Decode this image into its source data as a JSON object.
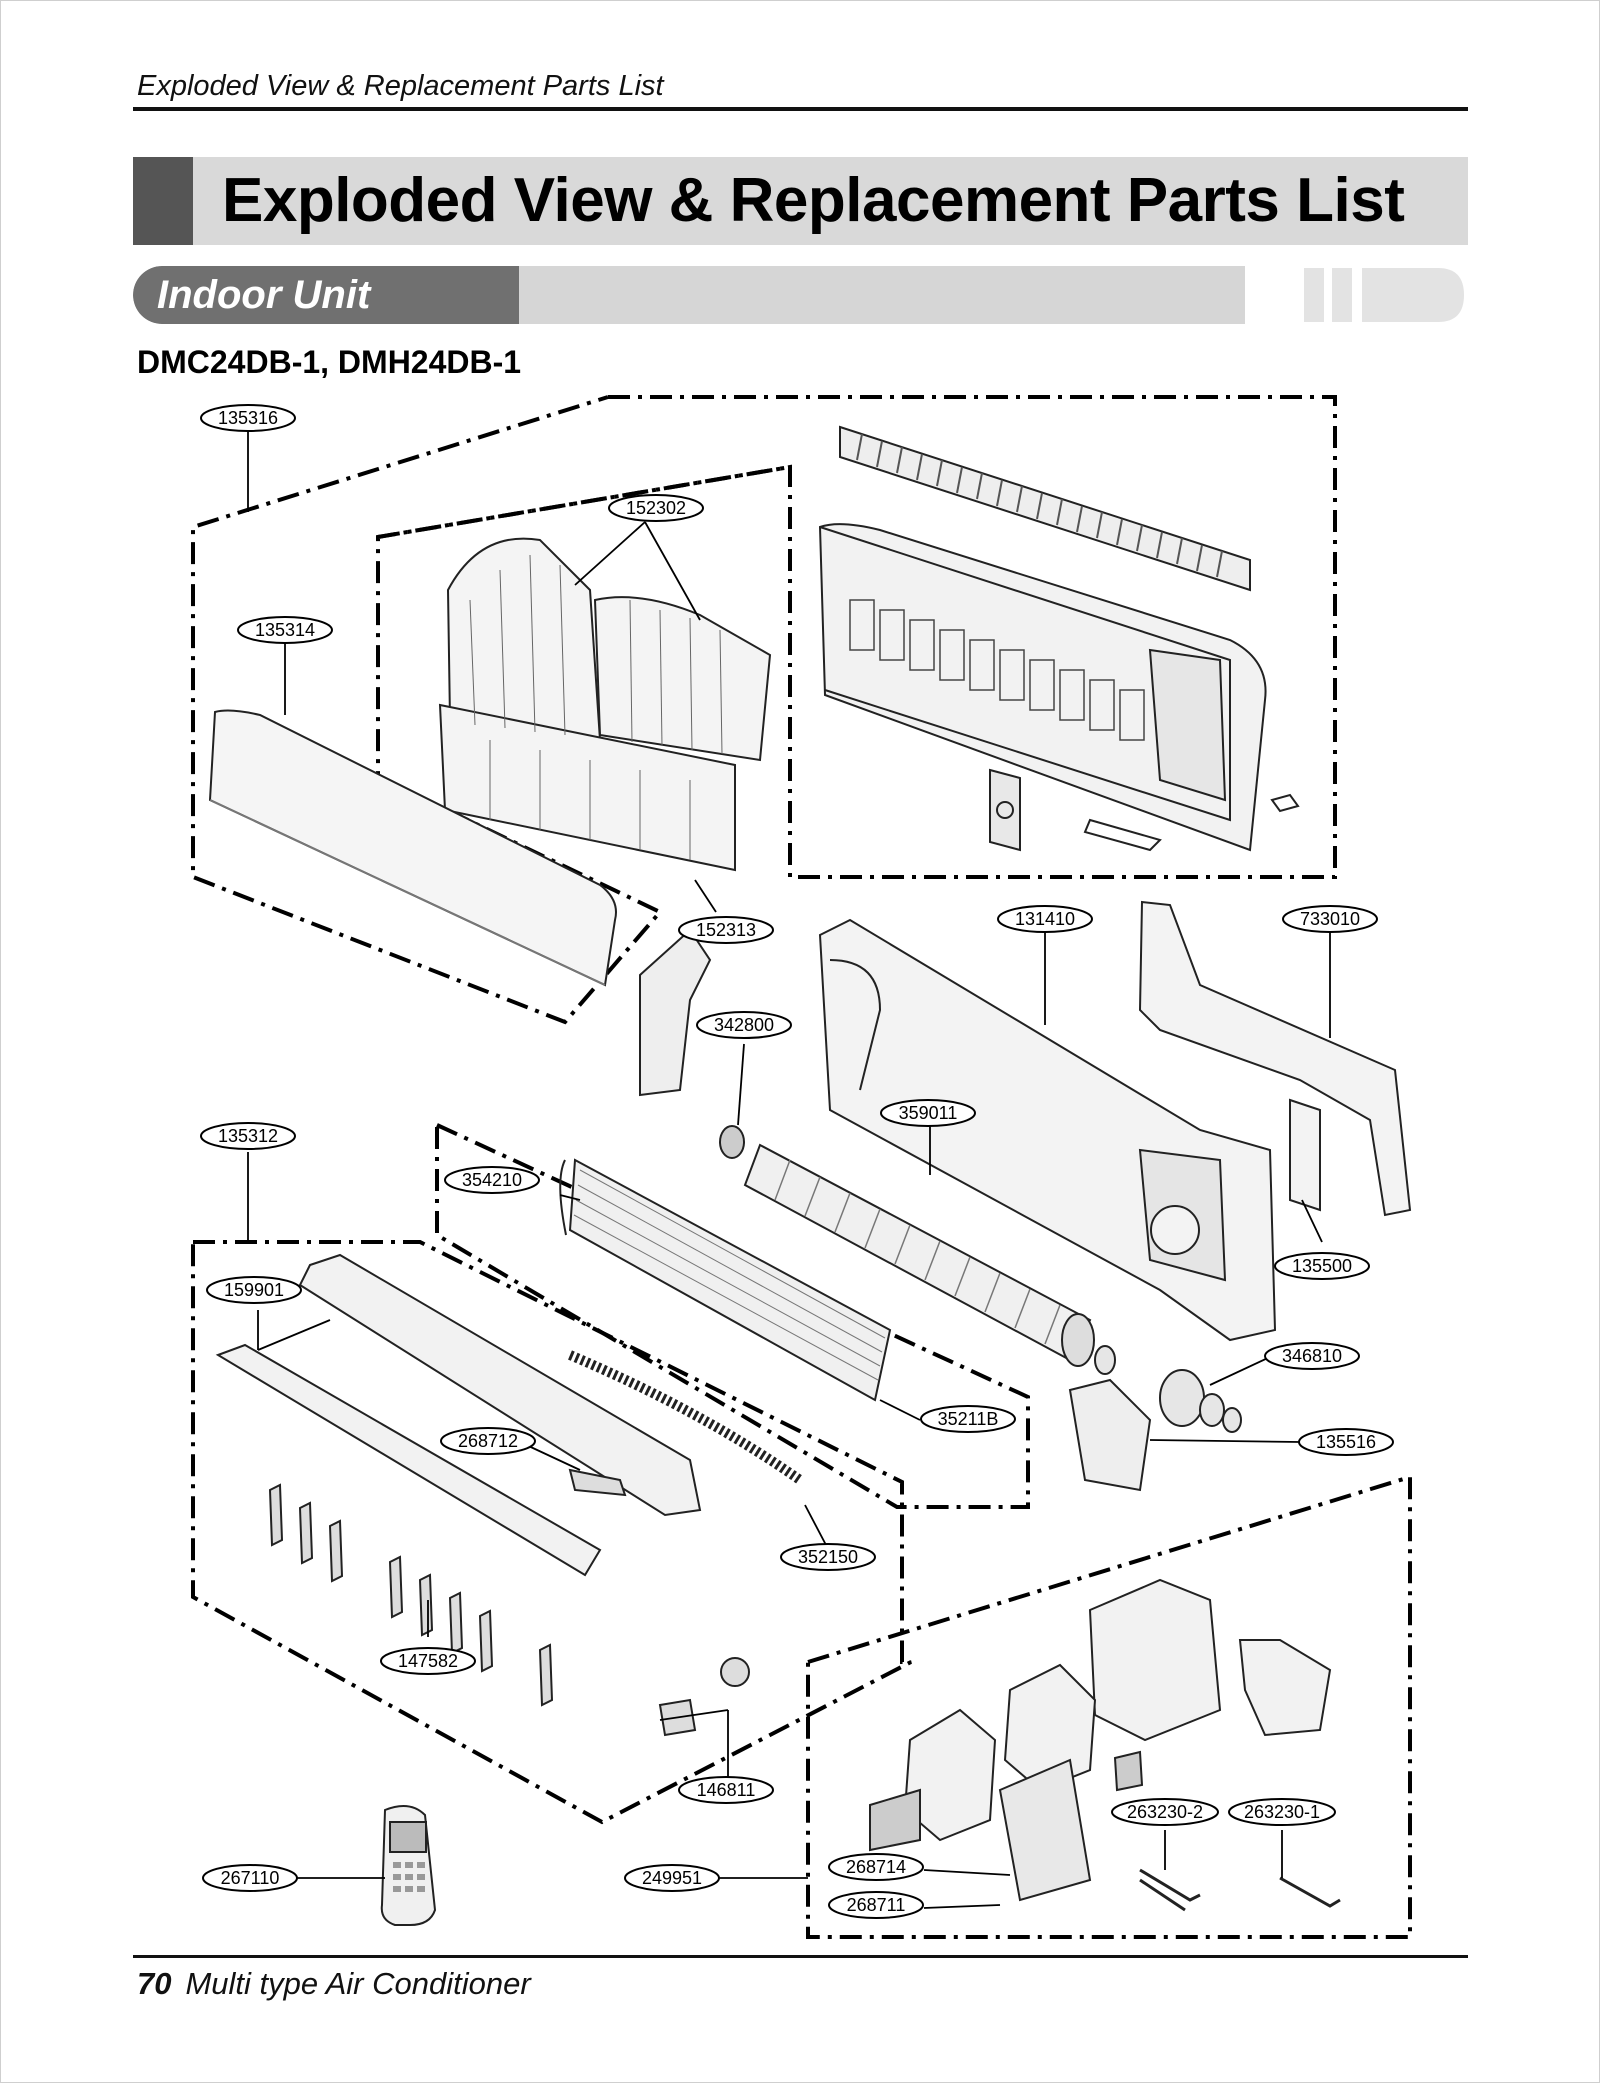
{
  "header": {
    "running_title": "Exploded View & Replacement Parts List"
  },
  "title": "Exploded View & Replacement Parts List",
  "section": "Indoor Unit",
  "model": "DMC24DB-1, DMH24DB-1",
  "part_labels": {
    "p135316": "135316",
    "p152302": "152302",
    "p135314": "135314",
    "p152313": "152313",
    "p131410": "131410",
    "p733010": "733010",
    "p342800": "342800",
    "p359011": "359011",
    "p135312": "135312",
    "p354210": "354210",
    "p135500": "135500",
    "p159901": "159901",
    "p346810": "346810",
    "p35211B": "35211B",
    "p135516": "135516",
    "p268712": "268712",
    "p352150": "352150",
    "p147582": "147582",
    "p146811": "146811",
    "p263230_2": "263230-2",
    "p263230_1": "263230-1",
    "p267110": "267110",
    "p249951": "249951",
    "p268714": "268714",
    "p268711": "268711"
  },
  "footer": {
    "page_number": "70",
    "doc_title": "Multi type Air Conditioner"
  },
  "colors": {
    "title_band": "#d9d9d9",
    "title_block": "#555555",
    "section_dark": "#707070",
    "section_band": "#d6d6d6"
  }
}
